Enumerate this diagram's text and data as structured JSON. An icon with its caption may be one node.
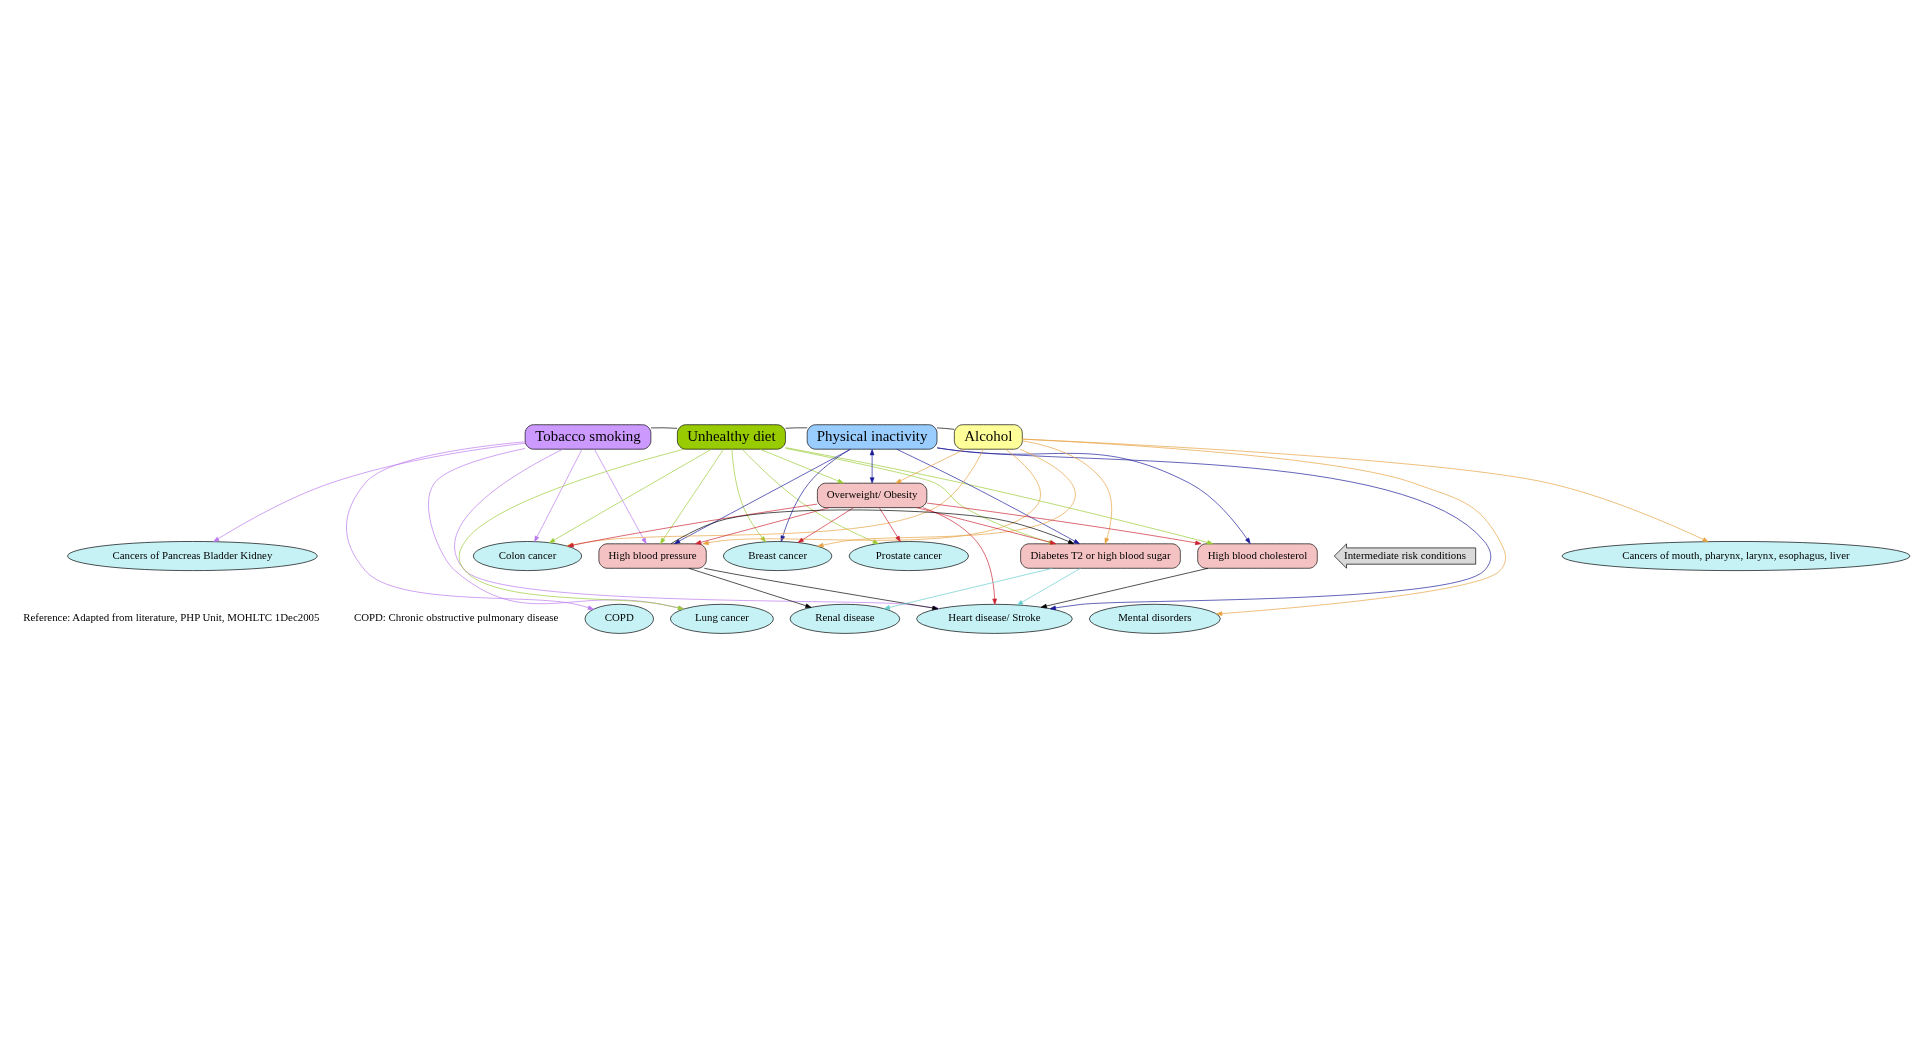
{
  "diagram": {
    "nodes": [
      {
        "text": [
          "Tobacco smoking"
        ]
      },
      {
        "text": [
          "Unhealthy diet"
        ]
      },
      {
        "text": [
          "Physical inactivity"
        ]
      },
      {
        "text": [
          "Alcohol"
        ]
      },
      {
        "text": [
          "Overweight/ Obesity"
        ]
      },
      {
        "text": [
          "High blood pressure"
        ]
      },
      {
        "text": [
          "Diabetes T2 or high blood sugar"
        ]
      },
      {
        "text": [
          "High blood cholesterol"
        ]
      },
      {
        "text": [
          "Intermediate risk conditions"
        ]
      },
      {
        "text": [
          "COPD"
        ]
      },
      {
        "text": [
          "Cancers of Pancreas Bladder Kidney"
        ]
      },
      {
        "text": [
          "Lung cancer"
        ]
      },
      {
        "text": [
          "Heart disease/ Stroke"
        ]
      },
      {
        "text": [
          "Colon cancer"
        ]
      },
      {
        "text": [
          "Breast cancer"
        ]
      },
      {
        "text": [
          "Renal disease"
        ]
      },
      {
        "text": [
          "Prostate cancer"
        ]
      },
      {
        "text": [
          "Mental disorders"
        ]
      },
      {
        "text": [
          "Cancers of mouth, pharynx, larynx, esophagus, liver"
        ]
      }
    ],
    "edges": [
      {
        "from": 0,
        "to": 1,
        "arrow": "none",
        "color": "#000000"
      },
      {
        "from": 1,
        "to": 2,
        "arrow": "none",
        "color": "#000000"
      },
      {
        "from": 2,
        "to": 3,
        "arrow": "none",
        "color": "#000000"
      },
      {
        "from": 0,
        "to": 9,
        "arrow": "to",
        "color": "#bb77ee"
      },
      {
        "from": 0,
        "to": 10,
        "arrow": "to",
        "color": "#bb77ee"
      },
      {
        "from": 0,
        "to": 11,
        "arrow": "to",
        "color": "#bb77ee"
      },
      {
        "from": 0,
        "to": 13,
        "arrow": "to",
        "color": "#bb77ee"
      },
      {
        "from": 0,
        "to": 5,
        "arrow": "to",
        "color": "#bb77ee"
      },
      {
        "from": 0,
        "to": 12,
        "arrow": "to",
        "color": "#bb77ee"
      },
      {
        "from": 1,
        "to": 5,
        "arrow": "to",
        "color": "#99cc33"
      },
      {
        "from": 1,
        "to": 6,
        "arrow": "to",
        "color": "#99cc33"
      },
      {
        "from": 1,
        "to": 4,
        "arrow": "to",
        "color": "#99cc33"
      },
      {
        "from": 1,
        "to": 7,
        "arrow": "to",
        "color": "#99cc33"
      },
      {
        "from": 1,
        "to": 11,
        "arrow": "to",
        "color": "#99cc33"
      },
      {
        "from": 1,
        "to": 13,
        "arrow": "to",
        "color": "#99cc33"
      },
      {
        "from": 1,
        "to": 14,
        "arrow": "to",
        "color": "#99cc33"
      },
      {
        "from": 1,
        "to": 16,
        "arrow": "to",
        "color": "#99cc33"
      },
      {
        "from": 2,
        "to": 4,
        "arrow": "both",
        "color": "#1a1a99"
      },
      {
        "from": 2,
        "to": 5,
        "arrow": "to",
        "color": "#1a1a99"
      },
      {
        "from": 2,
        "to": 6,
        "arrow": "to",
        "color": "#1a1a99"
      },
      {
        "from": 2,
        "to": 7,
        "arrow": "to",
        "color": "#1a1a99"
      },
      {
        "from": 2,
        "to": 12,
        "arrow": "to",
        "color": "#1a1a99"
      },
      {
        "from": 2,
        "to": 14,
        "arrow": "to",
        "color": "#1a1a99"
      },
      {
        "from": 3,
        "to": 5,
        "arrow": "to",
        "color": "#e8a040"
      },
      {
        "from": 3,
        "to": 4,
        "arrow": "to",
        "color": "#e8a040"
      },
      {
        "from": 3,
        "to": 6,
        "arrow": "to",
        "color": "#e8a040"
      },
      {
        "from": 3,
        "to": 13,
        "arrow": "to",
        "color": "#e8a040"
      },
      {
        "from": 3,
        "to": 14,
        "arrow": "to",
        "color": "#e8a040"
      },
      {
        "from": 3,
        "to": 17,
        "arrow": "to",
        "color": "#e8a040"
      },
      {
        "from": 3,
        "to": 18,
        "arrow": "to",
        "color": "#e8a040"
      },
      {
        "from": 4,
        "to": 5,
        "arrow": "to",
        "color": "#cc2233"
      },
      {
        "from": 4,
        "to": 6,
        "arrow": "to",
        "color": "#cc2233"
      },
      {
        "from": 4,
        "to": 7,
        "arrow": "to",
        "color": "#cc2233"
      },
      {
        "from": 4,
        "to": 12,
        "arrow": "to",
        "color": "#cc2233"
      },
      {
        "from": 4,
        "to": 13,
        "arrow": "to",
        "color": "#cc2233"
      },
      {
        "from": 4,
        "to": 14,
        "arrow": "to",
        "color": "#cc2233"
      },
      {
        "from": 4,
        "to": 16,
        "arrow": "to",
        "color": "#cc2233"
      },
      {
        "from": 5,
        "to": 6,
        "arrow": "to",
        "color": "#000000"
      },
      {
        "from": 5,
        "to": 12,
        "arrow": "to",
        "color": "#000000"
      },
      {
        "from": 5,
        "to": 15,
        "arrow": "to",
        "color": "#000000"
      },
      {
        "from": 6,
        "to": 12,
        "arrow": "to",
        "color": "#66cccc"
      },
      {
        "from": 6,
        "to": 15,
        "arrow": "to",
        "color": "#66cccc"
      },
      {
        "from": 7,
        "to": 12,
        "arrow": "to",
        "color": "#000000"
      }
    ],
    "labels": [
      "Reference: Adapted from literature, PHP Unit, MOHLTC 1Dec2005",
      "COPD: Chronic obstructive pulmonary disease"
    ]
  }
}
